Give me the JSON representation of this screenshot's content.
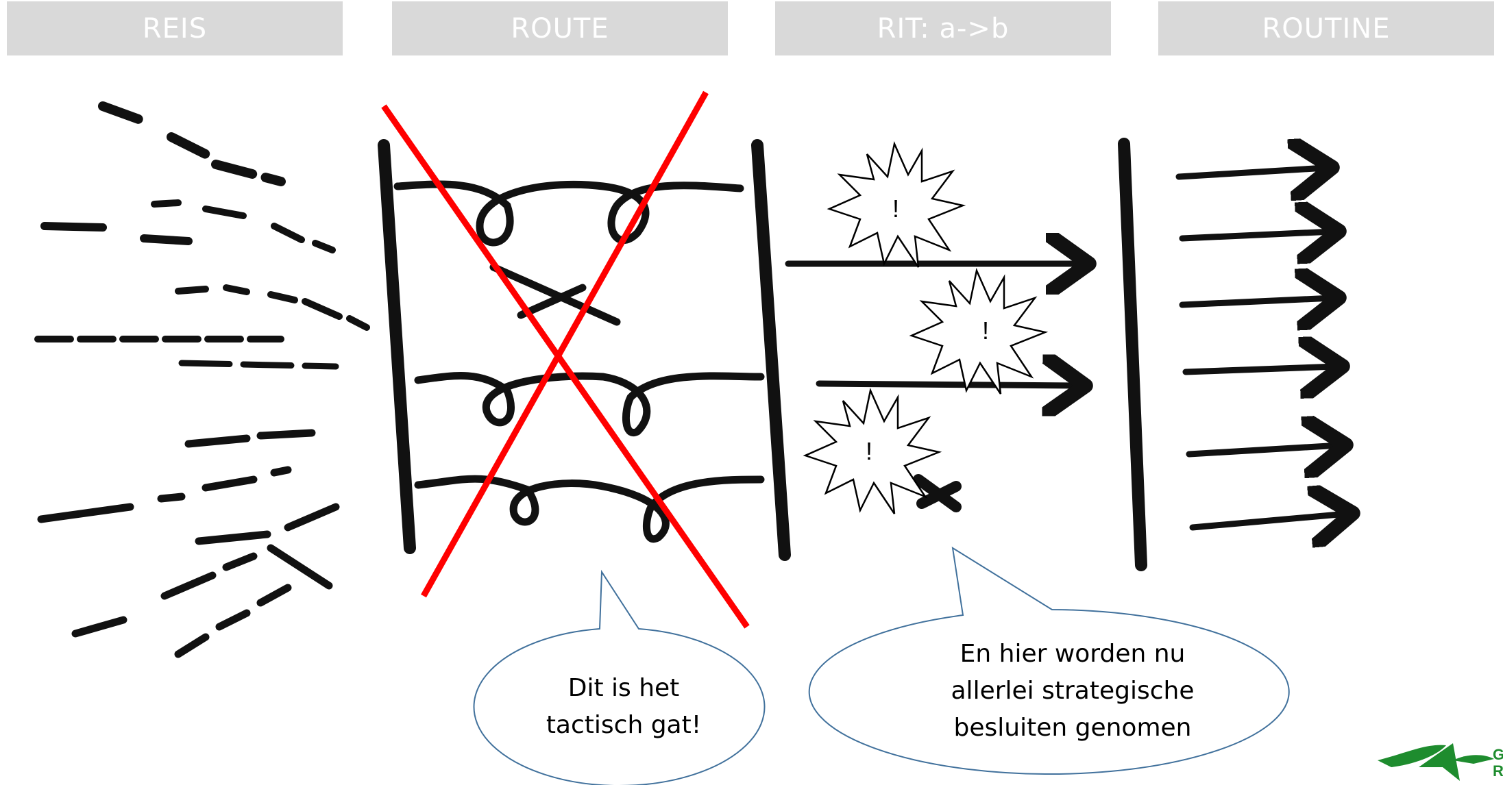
{
  "headers": [
    "REIS",
    "ROUTE",
    "RIT: a->b",
    "ROUTINE"
  ],
  "bubbles": {
    "tactical": {
      "line1": "Dit is het",
      "line2": "tactisch gat!"
    },
    "strategic": {
      "line1": "En hier worden nu",
      "line2": "allerlei strategische",
      "line3": "besluiten genomen"
    }
  },
  "bursts": [
    "!",
    "!",
    "!"
  ],
  "logo": {
    "line1": "G",
    "line2": "R"
  },
  "colors": {
    "header_bg": "#d9d9d9",
    "cross": "#ff0000",
    "bubble_stroke": "#41719c",
    "logo_green": "#1e8c2e"
  }
}
